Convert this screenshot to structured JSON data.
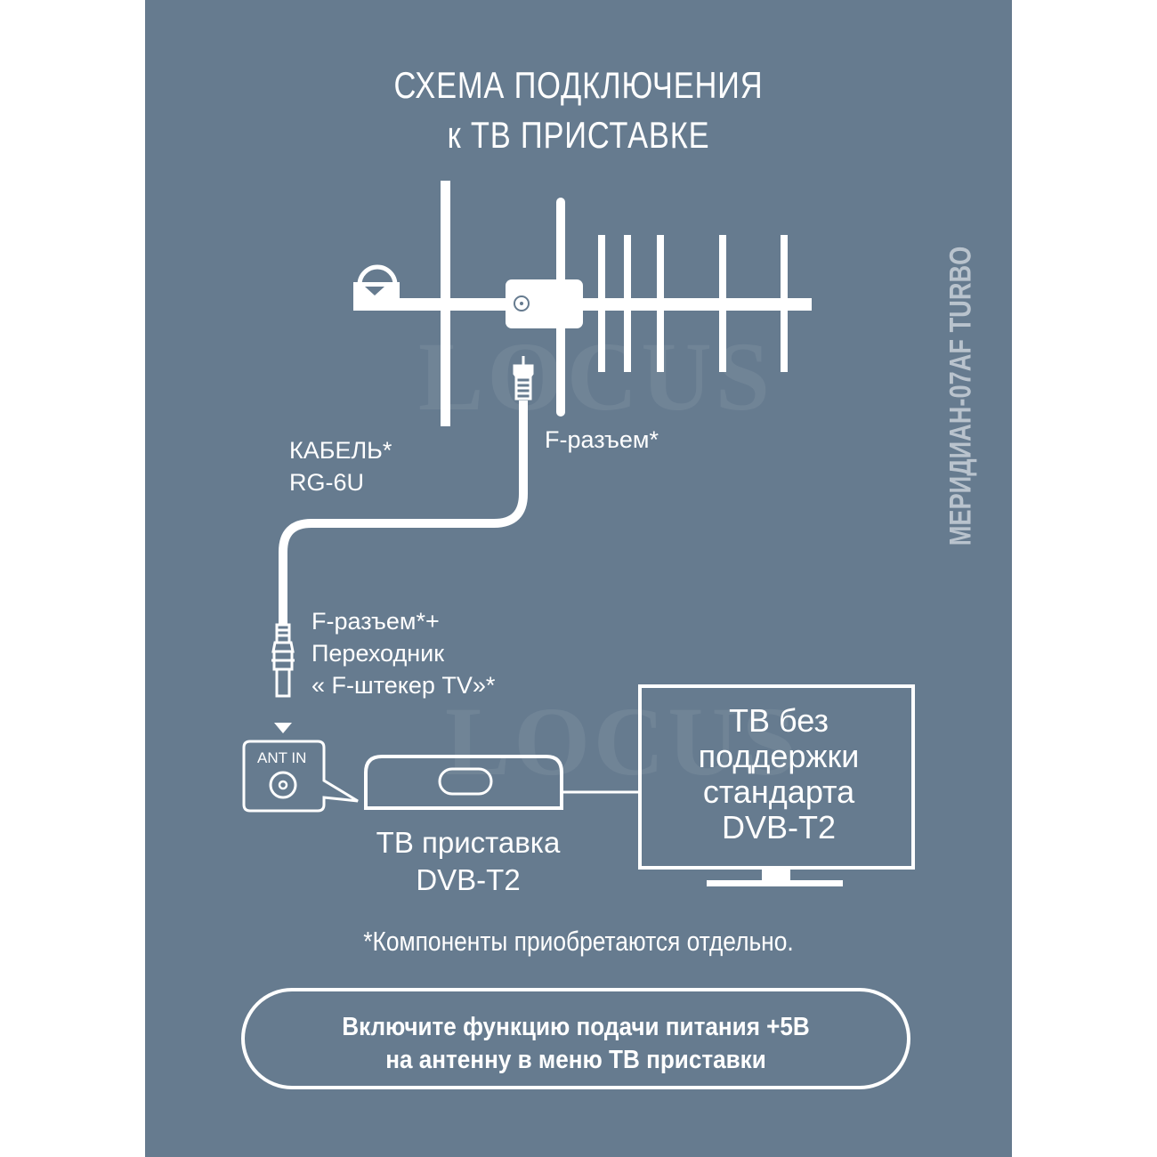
{
  "title": {
    "line1": "СХЕМА  ПОДКЛЮЧЕНИЯ",
    "line2": "к  ТВ  ПРИСТАВКЕ"
  },
  "product_name": "МЕРИДИАН-07AF TURBO",
  "watermark": "LOCUS",
  "labels": {
    "f_connector_top": "F-разъем*",
    "cable_line1": "КАБЕЛЬ*",
    "cable_line2": "RG-6U",
    "adapter_line1": "F-разъем*+",
    "adapter_line2": "Переходник",
    "adapter_line3": "« F-штекер TV»*",
    "ant_in": "ANT IN",
    "settop_line1": "ТВ приставка",
    "settop_line2": "DVB-T2",
    "tv_line1": "ТВ без",
    "tv_line2": "поддержки",
    "tv_line3": "стандарта",
    "tv_line4": "DVB-T2"
  },
  "footnote": "*Компоненты  приобретаются отдельно.",
  "notice": {
    "line1": "Включите функцию подачи питания +5В",
    "line2": "на антенну в меню ТВ приставки"
  },
  "colors": {
    "background": "#667b8f",
    "foreground": "#ffffff",
    "product_text": "#b9c3cd"
  }
}
